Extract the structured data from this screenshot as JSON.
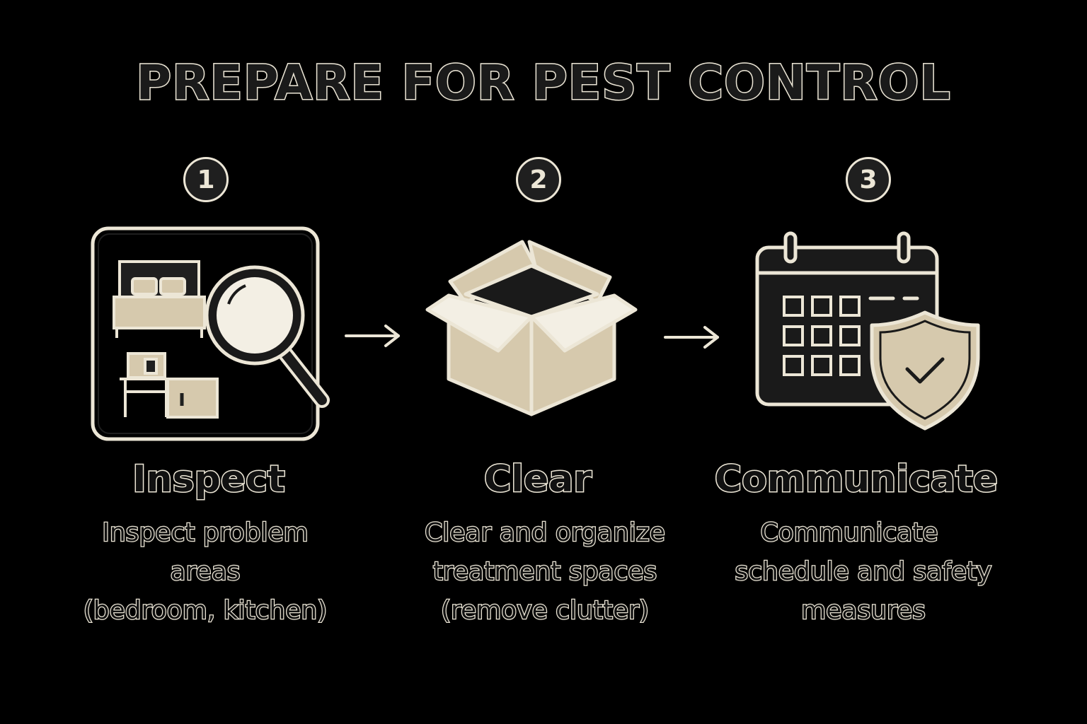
{
  "title": "PREPARE FOR PEST CONTROL",
  "colors": {
    "background": "#000000",
    "line": "#ece6d6",
    "fill": "#d6c9ad",
    "dark": "#1f1f1f"
  },
  "steps": [
    {
      "number": "1",
      "title": "Inspect",
      "icon": "bedroom-magnifier-icon",
      "desc": [
        "Inspect problem",
        "areas",
        "(bedroom, kitchen)"
      ]
    },
    {
      "number": "2",
      "title": "Clear",
      "icon": "open-box-icon",
      "desc": [
        "Clear and organize",
        "treatment spaces",
        "(remove clutter)"
      ]
    },
    {
      "number": "3",
      "title": "Communicate",
      "icon": "calendar-shield-icon",
      "desc": [
        "Communicate",
        "schedule and safety",
        "measures"
      ]
    }
  ]
}
